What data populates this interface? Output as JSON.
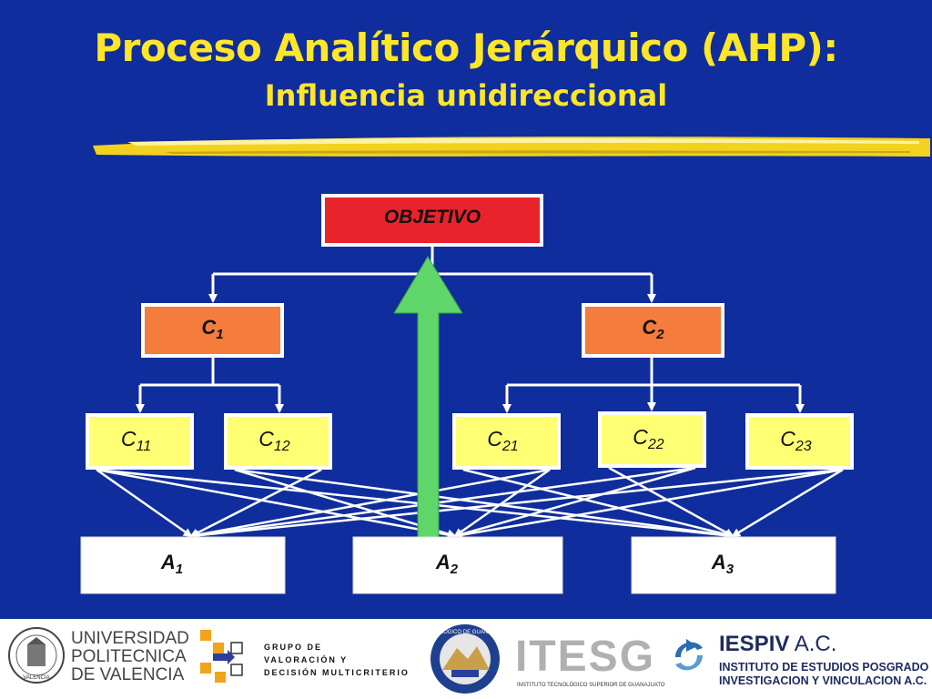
{
  "header": {
    "title": "Proceso Analítico Jerárquico (AHP):",
    "subtitle": "Influencia unidireccional"
  },
  "diagram": {
    "objective": "OBJETIVO",
    "criteria": [
      {
        "base": "C",
        "sub": "1"
      },
      {
        "base": "C",
        "sub": "2"
      }
    ],
    "subcriteria": [
      {
        "base": "C",
        "sub": "11"
      },
      {
        "base": "C",
        "sub": "12"
      },
      {
        "base": "C",
        "sub": "21"
      },
      {
        "base": "C",
        "sub": "22"
      },
      {
        "base": "C",
        "sub": "23"
      }
    ],
    "alternatives": [
      {
        "base": "A",
        "sub": "1"
      },
      {
        "base": "A",
        "sub": "2"
      },
      {
        "base": "A",
        "sub": "3"
      }
    ]
  },
  "footer": {
    "upv": {
      "line1": "UNIVERSIDAD",
      "line2": "POLITECNICA",
      "line3": "DE VALENCIA",
      "seal_text": "VALENCIA"
    },
    "grupo": {
      "line1": "GRUPO DE",
      "line2": "VALORACIÓN Y",
      "line3": "DECISIÓN MULTICRITERIO"
    },
    "itesg": {
      "name": "ITESG",
      "caption": "INSTITUTO TECNOLÓGICO SUPERIOR DE GUANAJUATO",
      "seal_text": "TECNOLÓGICO DE GUANAJUATO"
    },
    "iespiv": {
      "name_bold": "IESPIV",
      "name_rest": " A.C.",
      "line1": "INSTITUTO DE ESTUDIOS POSGRADO",
      "line2": "INVESTIGACION Y VINCULACION A.C."
    }
  },
  "colors": {
    "background": "#0f2d9c",
    "title": "#ffe629",
    "objective_fill": "#e8232b",
    "criteria_fill": "#f47c3c",
    "subcriteria_fill": "#ffff73",
    "alternative_fill": "#ffffff",
    "arrow_fill": "#5ed66a"
  }
}
